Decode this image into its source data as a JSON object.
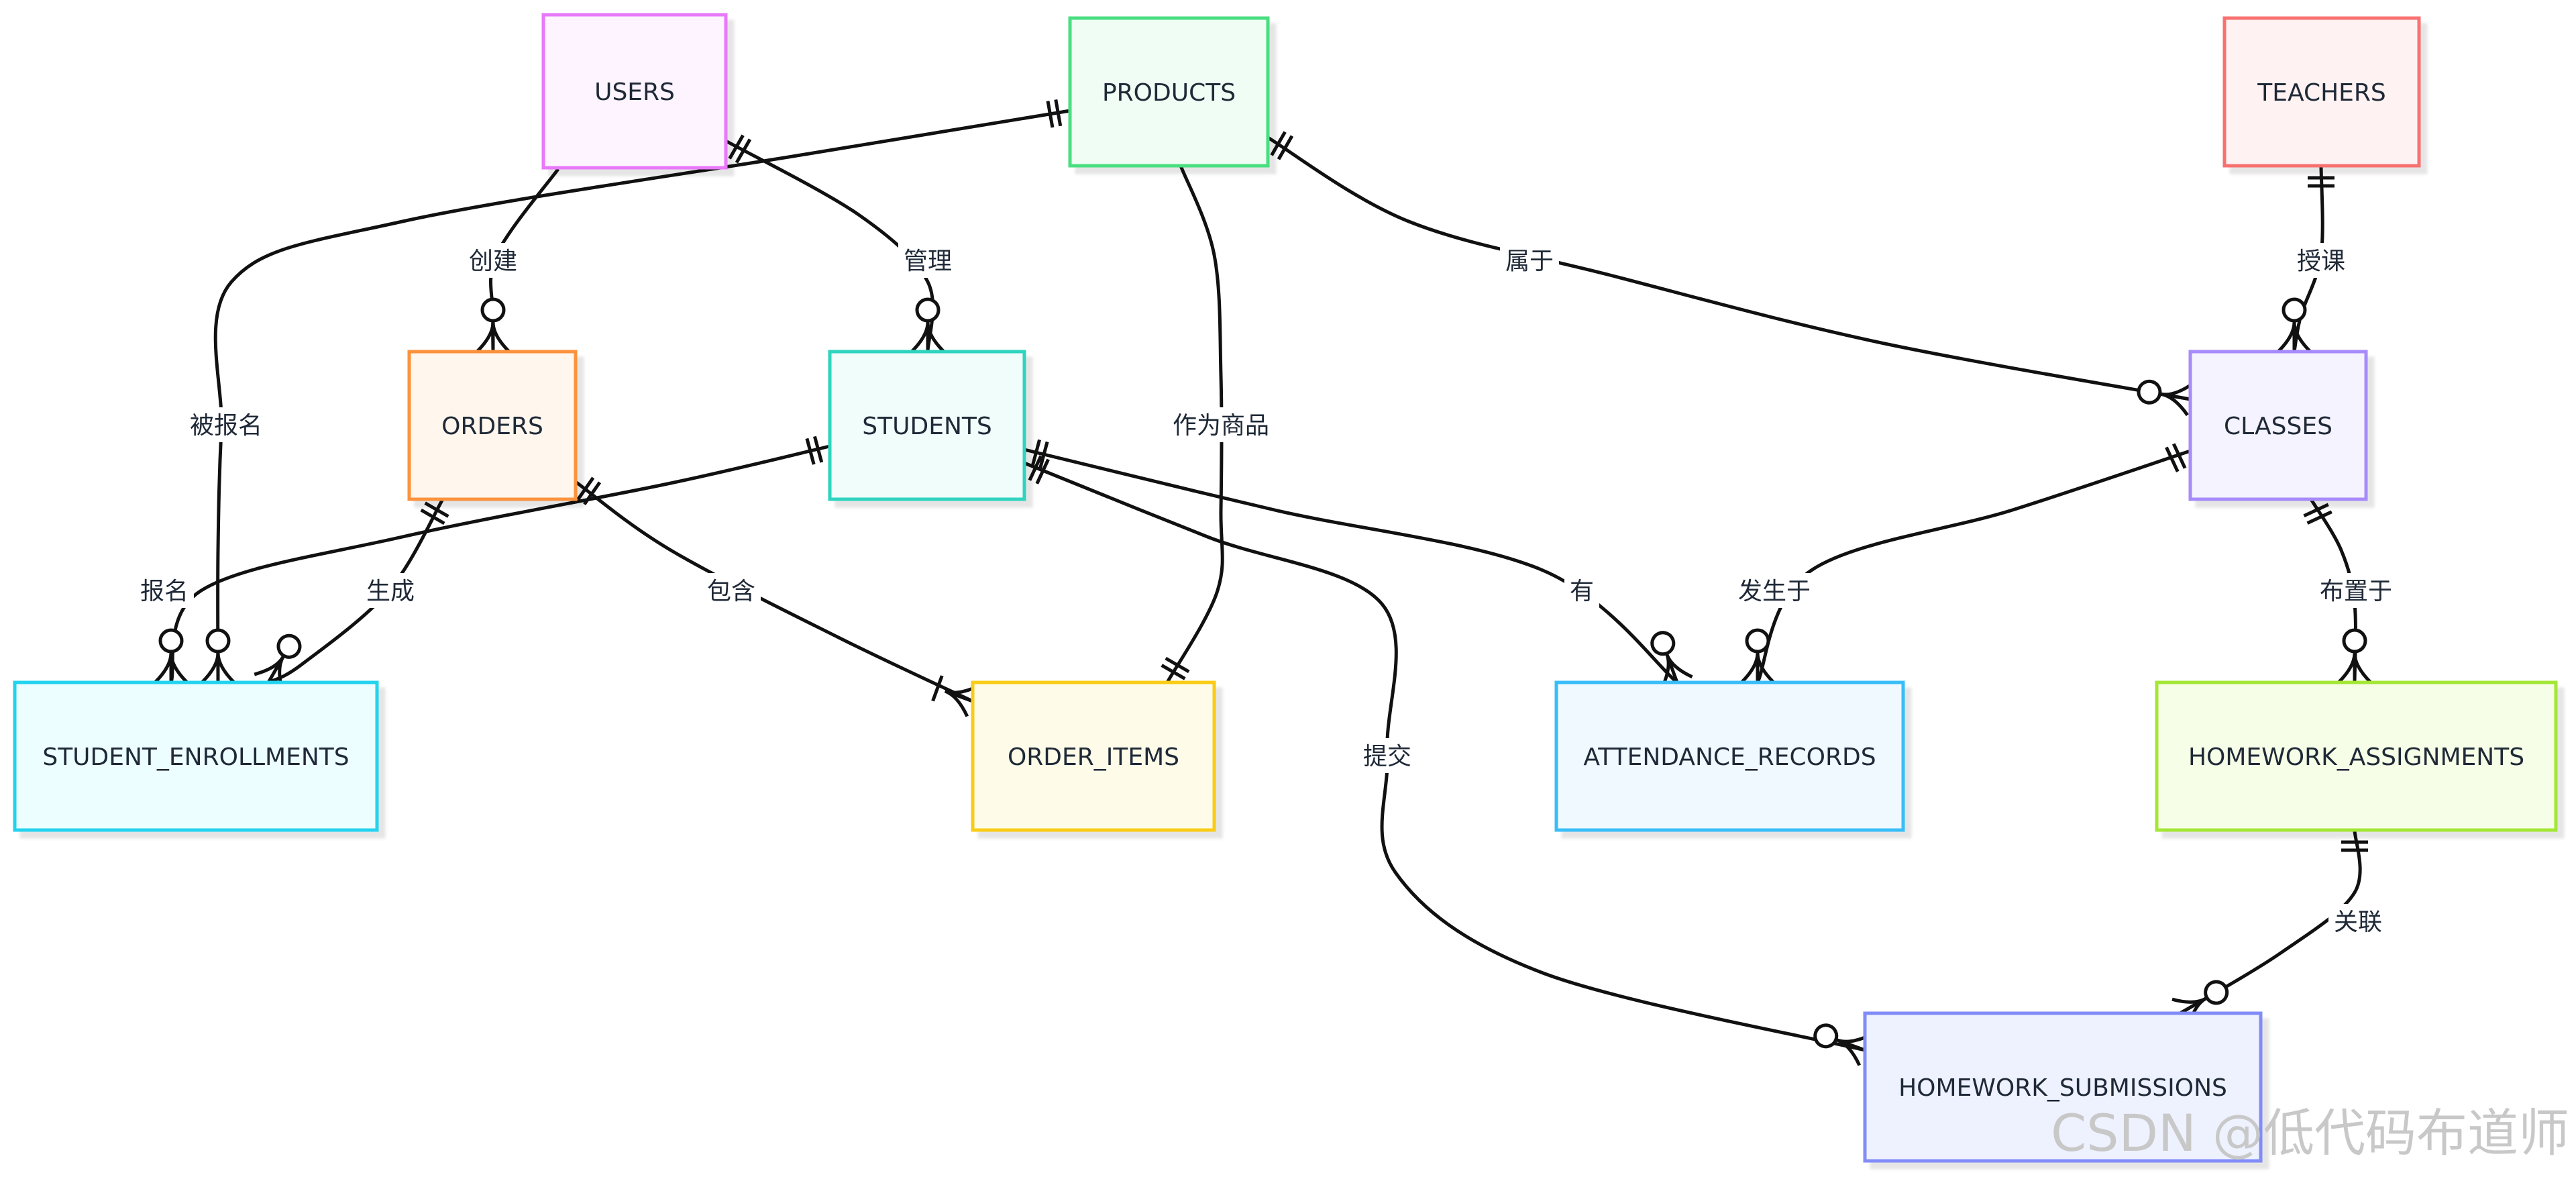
{
  "entities": [
    {
      "id": "users",
      "label": "USERS",
      "stroke": "#e879f9",
      "fill": "#fdf4ff"
    },
    {
      "id": "products",
      "label": "PRODUCTS",
      "stroke": "#4ade80",
      "fill": "#f0fdf4"
    },
    {
      "id": "teachers",
      "label": "TEACHERS",
      "stroke": "#f87171",
      "fill": "#fef2f2"
    },
    {
      "id": "orders",
      "label": "ORDERS",
      "stroke": "#fb923c",
      "fill": "#fff7ed"
    },
    {
      "id": "students",
      "label": "STUDENTS",
      "stroke": "#2dd4bf",
      "fill": "#f0fdfa"
    },
    {
      "id": "classes",
      "label": "CLASSES",
      "stroke": "#a78bfa",
      "fill": "#f5f3ff"
    },
    {
      "id": "student_enrollments",
      "label": "STUDENT_ENROLLMENTS",
      "stroke": "#22d3ee",
      "fill": "#ecfeff"
    },
    {
      "id": "order_items",
      "label": "ORDER_ITEMS",
      "stroke": "#facc15",
      "fill": "#fefce8"
    },
    {
      "id": "attendance_records",
      "label": "ATTENDANCE_RECORDS",
      "stroke": "#38bdf8",
      "fill": "#f0f9ff"
    },
    {
      "id": "homework_assignments",
      "label": "HOMEWORK_ASSIGNMENTS",
      "stroke": "#a3e635",
      "fill": "#f7fee7"
    },
    {
      "id": "homework_submissions",
      "label": "HOMEWORK_SUBMISSIONS",
      "stroke": "#818cf8",
      "fill": "#eef2ff"
    }
  ],
  "relationships": [
    {
      "id": "users-orders",
      "label": "创建"
    },
    {
      "id": "users-students",
      "label": "管理"
    },
    {
      "id": "products-enrollments",
      "label": "被报名"
    },
    {
      "id": "products-order-items",
      "label": "作为商品"
    },
    {
      "id": "products-classes",
      "label": "属于"
    },
    {
      "id": "teachers-classes",
      "label": "授课"
    },
    {
      "id": "students-enrollments",
      "label": "报名"
    },
    {
      "id": "orders-enrollments",
      "label": "生成"
    },
    {
      "id": "orders-order-items",
      "label": "包含"
    },
    {
      "id": "students-attendance",
      "label": "有"
    },
    {
      "id": "classes-attendance",
      "label": "发生于"
    },
    {
      "id": "classes-homework",
      "label": "布置于"
    },
    {
      "id": "students-submissions",
      "label": "提交"
    },
    {
      "id": "homework-submissions",
      "label": "关联"
    }
  ],
  "colors": {
    "line": "#111111",
    "label_bg": "#ffffff",
    "watermark": "#c8c8c8"
  },
  "watermark": "CSDN @低代码布道师"
}
